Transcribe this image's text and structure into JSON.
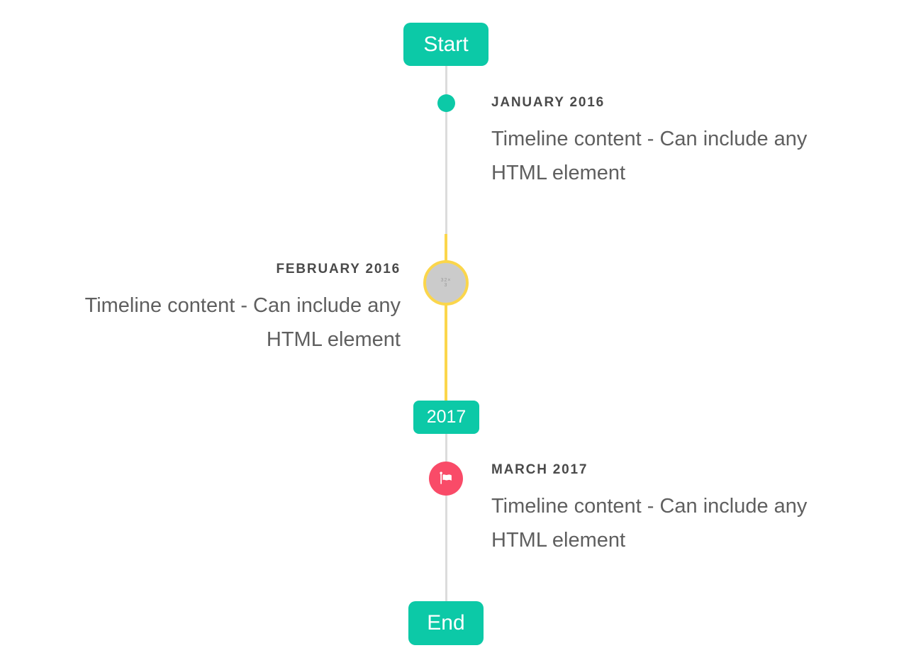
{
  "colors": {
    "teal": "#0cc9a7",
    "yellow": "#fbd64b",
    "red": "#f94b68",
    "line-gray": "#dcdcdc",
    "marker-gray": "#cbcbcb",
    "title-text": "#4a4a4a",
    "body-text": "#5f5f5f"
  },
  "timeline": {
    "start_label": "Start",
    "end_label": "End",
    "year_badge": "2017",
    "entries": [
      {
        "title": "JANUARY 2016",
        "content_lines": [
          "Timeline content - Can include any",
          "HTML element"
        ],
        "side": "right",
        "marker": "teal-dot"
      },
      {
        "title": "FEBRUARY 2016",
        "content_lines": [
          "Timeline content - Can include any",
          "HTML element"
        ],
        "side": "left",
        "marker": "gray-circle-yellow-ring",
        "marker_placeholder": "32×3"
      },
      {
        "title": "MARCH 2017",
        "content_lines": [
          "Timeline content - Can include any",
          "HTML element"
        ],
        "side": "right",
        "marker": "red-flag-circle"
      }
    ]
  }
}
